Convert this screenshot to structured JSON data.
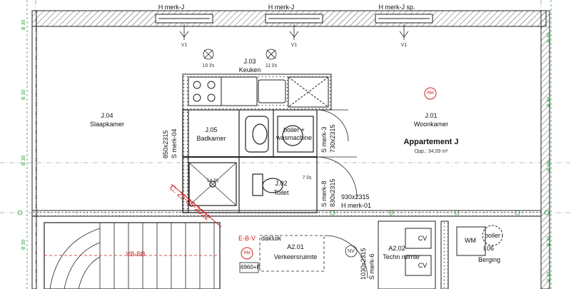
{
  "header_labels": [
    "H merk-J",
    "H merk-J",
    "H merk-J sp."
  ],
  "vents": [
    {
      "label": "V1"
    },
    {
      "label": "V1"
    },
    {
      "label": "V1"
    }
  ],
  "flows": [
    "10 l/s",
    "11 l/s",
    "14 l/s",
    "7 l/s"
  ],
  "rooms": {
    "keuken": {
      "code": "J.03",
      "name": "Keuken"
    },
    "slaapkamer": {
      "code": "J.04",
      "name": "Slaapkamer"
    },
    "badkamer": {
      "code": "J.05",
      "name": "Badkamer"
    },
    "toilet": {
      "code": "J.02",
      "name": "Toilet"
    },
    "woonkamer": {
      "code": "J.01",
      "name": "Woonkamer"
    },
    "verkeersruimte": {
      "code": "A2.01",
      "name": "Verkeersruimte"
    },
    "techn": {
      "code": "A2.02",
      "name": "Techn ruimte"
    },
    "berging": {
      "code": "I.06",
      "name": "Berging"
    }
  },
  "apartment": {
    "title": "Appartement J",
    "area": "Opp.: 34,09 m²"
  },
  "doors": {
    "badkamer_door": [
      "850x2315",
      "S merk-04"
    ],
    "wasmachine_door": [
      "S merk-3",
      "730x2315"
    ],
    "toilet_door": [
      "S merk-8",
      "830x2315"
    ],
    "entry_door": [
      "930x2315",
      "H merk-01"
    ],
    "corridor_door": [
      "1030x2315",
      "S merk-6"
    ]
  },
  "fixtures": {
    "boiler_wasmachine": [
      "boiler +",
      "wasmachine"
    ],
    "wm": "WM",
    "boiler": "boiler",
    "cv": "CV"
  },
  "stamp": "C. 25-05-2022",
  "markers": {
    "rm": "RM",
    "nv": "NV",
    "ebv": "E-B-V",
    "dakluik": "dakluik",
    "level": "6960+P",
    "vb": "VB-BB"
  },
  "grid_labels": [
    "B 30",
    "B 30",
    "B 30",
    "B 30",
    "B 30",
    "B 30",
    "B 30",
    "B 30",
    "B 30"
  ],
  "colors": {
    "wall": "#222222",
    "grid": "#2a9d3a",
    "annotation": "#d02020",
    "hatch": "#555555"
  }
}
